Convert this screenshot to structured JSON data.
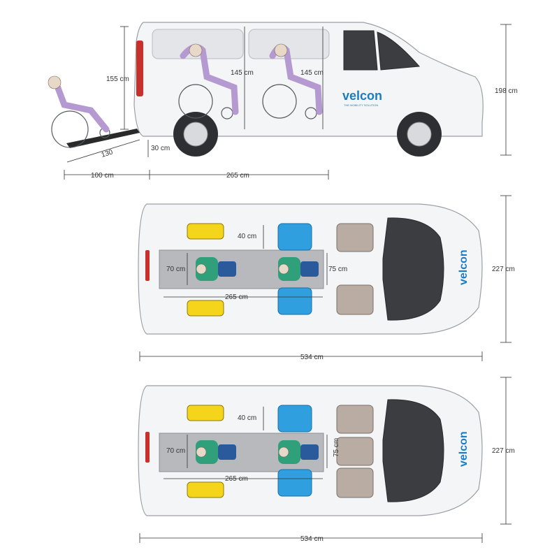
{
  "brand": {
    "logo_text": "velcon",
    "tagline": "THE MOBILITY SOLUTION"
  },
  "side_view": {
    "height_total": "198 cm",
    "interior_height_front": "145 cm",
    "interior_height_rear": "145 cm",
    "door_height": "155 cm",
    "ramp_length": "130",
    "ramp_reach": "100 cm",
    "floor_height": "30 cm",
    "interior_length": "265 cm"
  },
  "top_view_1": {
    "width": "227 cm",
    "length": "534 cm",
    "seat_gap": "40 cm",
    "platform_width_rear": "70 cm",
    "platform_width_front": "75 cm",
    "platform_length": "265 cm"
  },
  "top_view_2": {
    "width": "227 cm",
    "length": "534 cm",
    "seat_gap": "40 cm",
    "platform_width_rear": "70 cm",
    "platform_width_front": "75 cm",
    "platform_length": "265 cm"
  },
  "colors": {
    "seat_blue": "#2f9fe0",
    "seat_gray": "#b8aca3",
    "seat_yellow": "#f4d51b",
    "brand_blue": "#1b7cc4"
  }
}
